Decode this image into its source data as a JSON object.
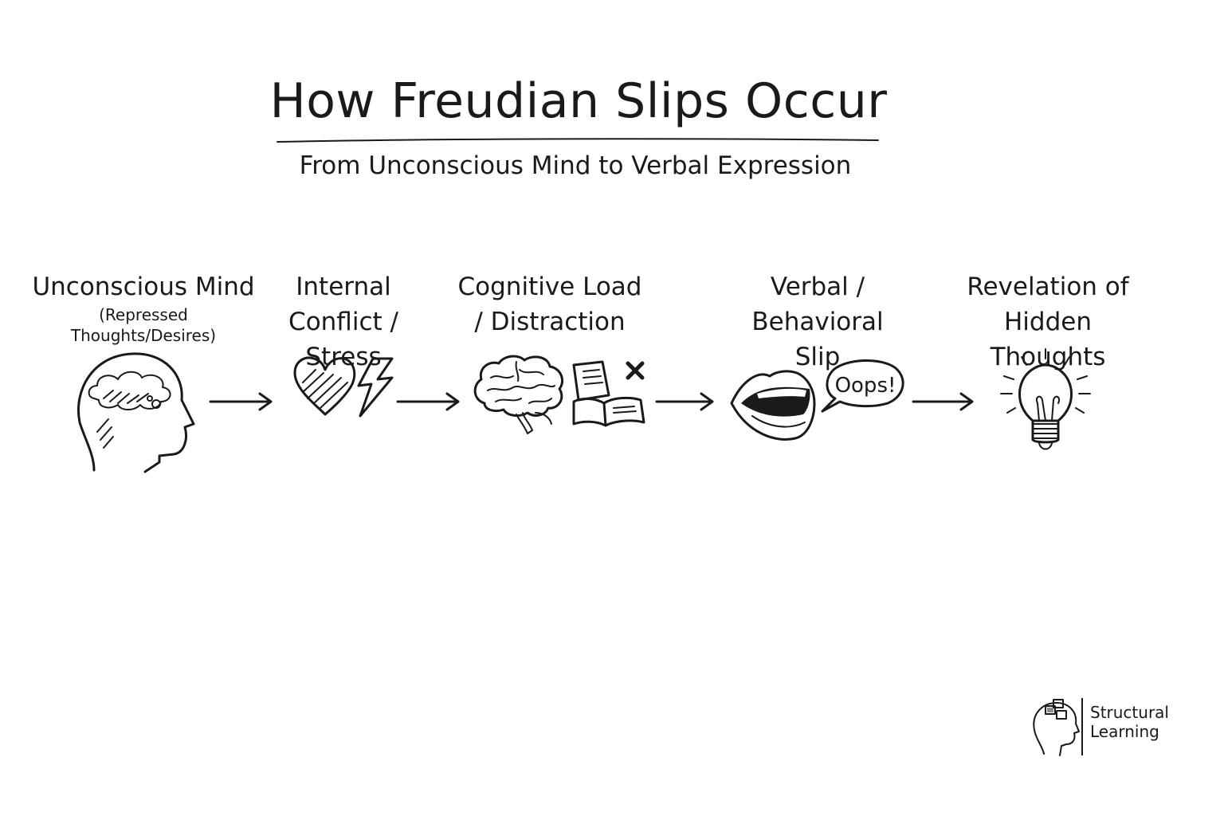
{
  "title": "How Freudian Slips Occur",
  "subtitle": "From Unconscious Mind to Verbal Expression",
  "stages": [
    {
      "line1": "Unconscious Mind",
      "sub": "(Repressed Thoughts/Desires)",
      "icon": "head-with-thought-cloud-icon"
    },
    {
      "line1": "Internal",
      "line2": "Conflict / Stress",
      "icon": "heart-lightning-icon"
    },
    {
      "line1": "Cognitive Load",
      "line2": "/ Distraction",
      "icon": "brain-book-icon"
    },
    {
      "line1": "Verbal / Behavioral",
      "line2": "Slip",
      "icon": "mouth-speech-bubble-icon"
    },
    {
      "line1": "Revelation of",
      "line2": "Hidden Thoughts",
      "icon": "lightbulb-icon"
    }
  ],
  "speech_bubble": "Oops!",
  "logo": {
    "line1": "Structural",
    "line2": "Learning"
  }
}
